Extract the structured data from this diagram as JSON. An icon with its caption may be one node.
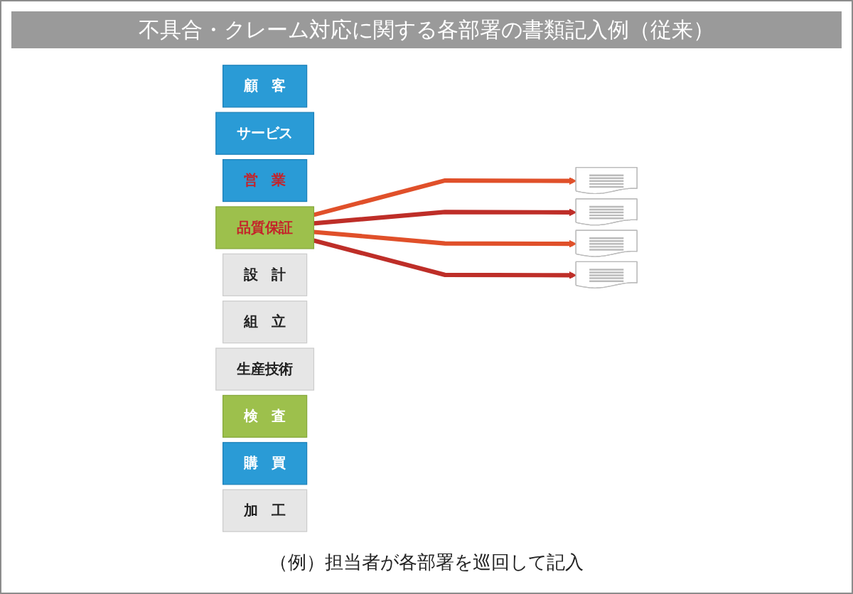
{
  "diagram": {
    "title": "不具合・クレーム対応に関する各部署の書類記入例（従来）",
    "caption": "（例）担当者が各部署を巡回して記入",
    "nodes": [
      {
        "text": [
          "顧　客"
        ]
      },
      {
        "text": [
          "サービス"
        ]
      },
      {
        "text": [],
        "shape": "document"
      },
      {
        "text": [],
        "shape": "document"
      },
      {
        "text": [
          "営　業"
        ]
      },
      {
        "text": [
          "品質保証"
        ]
      },
      {
        "text": [
          "設　計"
        ]
      },
      {
        "text": [
          "組　立"
        ]
      },
      {
        "text": [],
        "shape": "document"
      },
      {
        "text": [
          "生産技術"
        ]
      },
      {
        "text": [],
        "shape": "document"
      },
      {
        "text": [
          "検　査"
        ]
      },
      {
        "text": [
          "購　買"
        ]
      },
      {
        "text": [
          "加　工"
        ]
      }
    ],
    "edges": [
      {
        "from": 5,
        "to": 2,
        "arrow": "to",
        "color": "#e0502a"
      },
      {
        "from": 5,
        "to": 3,
        "arrow": "to",
        "color": "#be2e28"
      },
      {
        "from": 5,
        "to": 8,
        "arrow": "to",
        "color": "#e0502a"
      },
      {
        "from": 5,
        "to": 10,
        "arrow": "to",
        "color": "#be2e28"
      }
    ]
  }
}
